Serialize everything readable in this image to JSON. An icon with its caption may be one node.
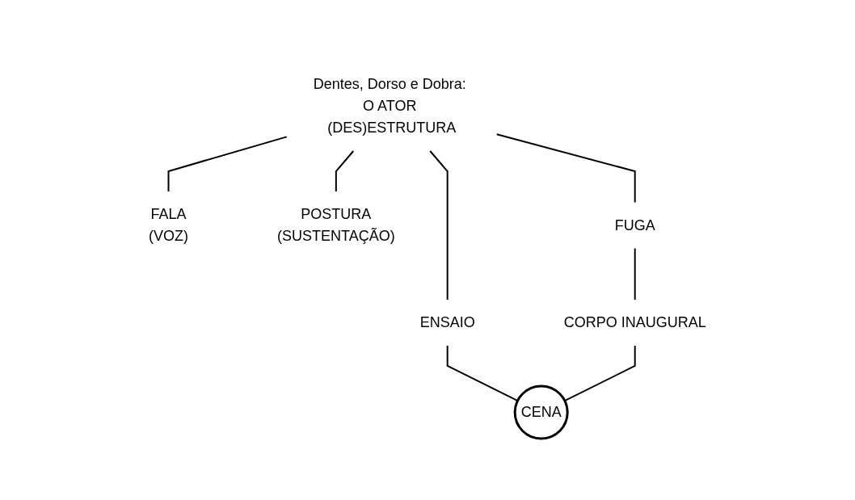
{
  "diagram": {
    "nodes": [
      {
        "text": [
          "Dentes, Dorso e Dobra: O ATOR (DES)ESTRUTURA"
        ]
      },
      {
        "text": [
          "FALA",
          "(VOZ)"
        ]
      },
      {
        "text": [
          "POSTURA",
          "(SUSTENTAÇÃO)"
        ]
      },
      {
        "text": [
          "FUGA"
        ]
      },
      {
        "text": [
          "ENSAIO"
        ]
      },
      {
        "text": [
          "CORPO INAUGURAL"
        ]
      },
      {
        "text": [
          "CENA"
        ]
      }
    ],
    "edges": [
      {
        "from": 0,
        "to": 1,
        "arrow": "none"
      },
      {
        "from": 0,
        "to": 2,
        "arrow": "none"
      },
      {
        "from": 0,
        "to": 3,
        "arrow": "none"
      },
      {
        "from": 0,
        "to": 4,
        "arrow": "none"
      },
      {
        "from": 4,
        "to": 6,
        "arrow": "none"
      },
      {
        "from": 3,
        "to": 5,
        "arrow": "none"
      },
      {
        "from": 5,
        "to": 6,
        "arrow": "none"
      }
    ]
  }
}
